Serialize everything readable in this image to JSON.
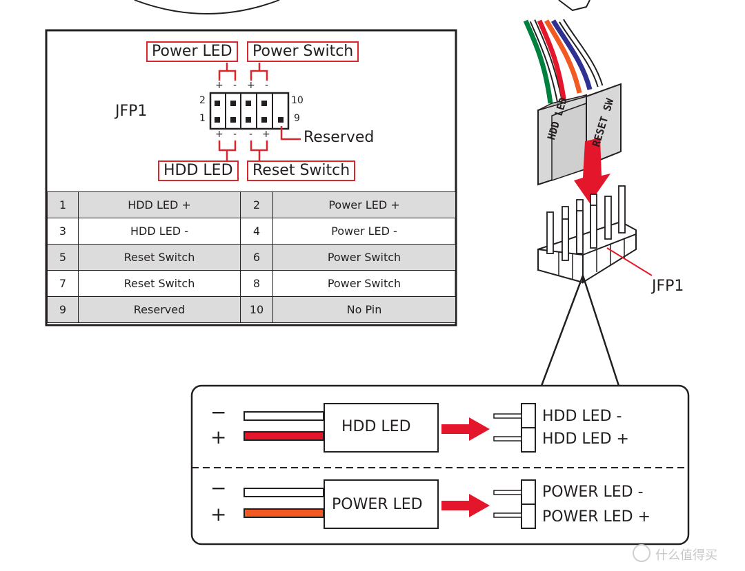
{
  "header": {
    "connector_label": "JFP1",
    "pin_label_2": "2",
    "pin_label_1": "1",
    "pin_label_10": "10",
    "pin_label_9": "9",
    "reserved_label": "Reserved",
    "plus": "+",
    "minus": "-",
    "power_led_label": "Power LED",
    "power_switch_label": "Power Switch",
    "hdd_led_label": "HDD LED",
    "reset_switch_label": "Reset Switch"
  },
  "pin_table": {
    "rows": [
      {
        "pin_a": "1",
        "name_a": "HDD LED +",
        "pin_b": "2",
        "name_b": "Power LED +"
      },
      {
        "pin_a": "3",
        "name_a": "HDD LED -",
        "pin_b": "4",
        "name_b": "Power LED -"
      },
      {
        "pin_a": "5",
        "name_a": "Reset Switch",
        "pin_b": "6",
        "name_b": "Power Switch"
      },
      {
        "pin_a": "7",
        "name_a": "Reset Switch",
        "pin_b": "8",
        "name_b": "Power Switch"
      },
      {
        "pin_a": "9",
        "name_a": "Reserved",
        "pin_b": "10",
        "name_b": "No Pin"
      }
    ]
  },
  "illustration": {
    "plug_hdd_led": "HDD LED",
    "plug_reset_sw": "RESET SW",
    "header_label": "JFP1",
    "colors": {
      "red_wire": "#e4162b",
      "blue_wire": "#2e3192",
      "green_wire": "#00803e",
      "orange_wire": "#f15a22",
      "arrow": "#e4162b"
    }
  },
  "legend": {
    "hdd": {
      "minus": "−",
      "plus": "+",
      "connector": "HDD LED",
      "pin_minus": "HDD LED -",
      "pin_plus": "HDD LED +"
    },
    "power": {
      "minus": "−",
      "plus": "+",
      "connector": "POWER LED",
      "pin_minus": "POWER LED -",
      "pin_plus": "POWER LED +"
    },
    "colors": {
      "hdd_plus_wire": "#e4162b",
      "power_plus_wire": "#f15a22",
      "arrow": "#e4162b"
    }
  },
  "watermark": {
    "text": "什么值得买"
  }
}
